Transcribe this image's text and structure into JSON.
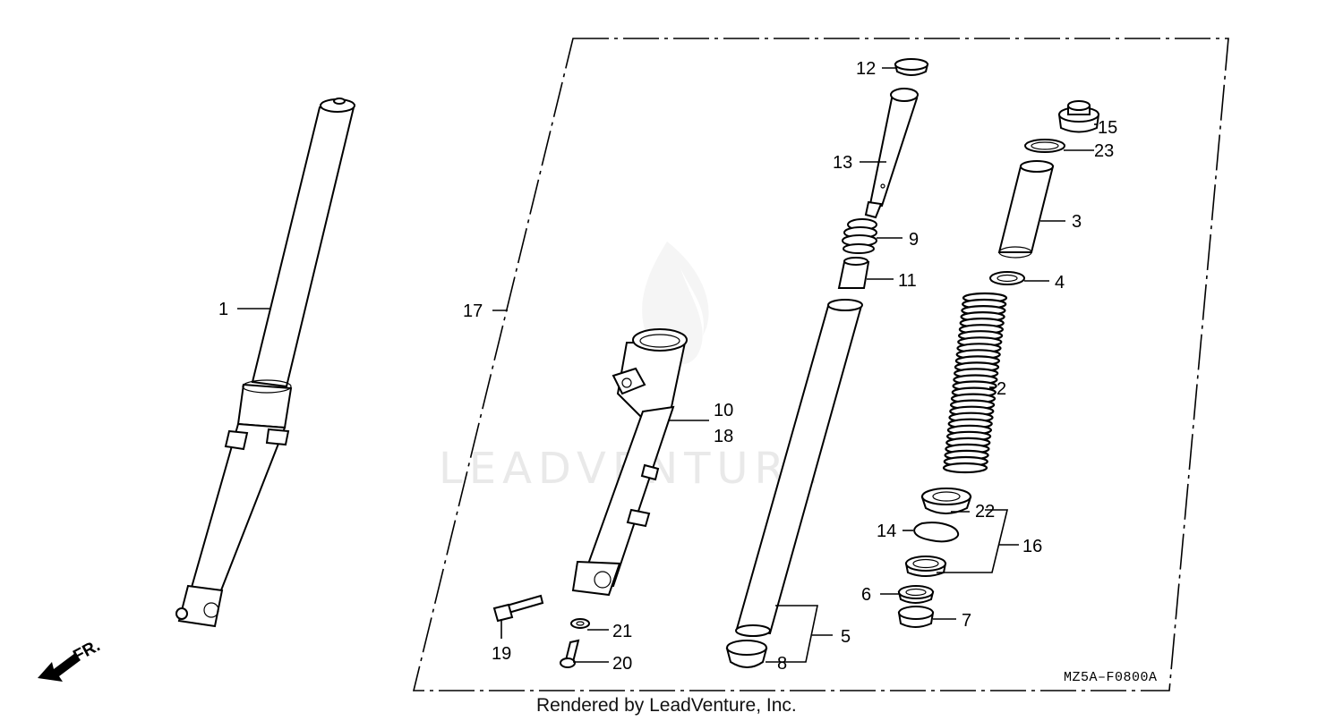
{
  "watermark": "LEADVENTURE",
  "footer": "Rendered by LeadVenture, Inc.",
  "diagram_code": "MZ5A–F0800A",
  "direction_label": "FR.",
  "callouts": {
    "c1": "1",
    "c2": "2",
    "c3": "3",
    "c4": "4",
    "c5": "5",
    "c6": "6",
    "c7": "7",
    "c8": "8",
    "c9": "9",
    "c10": "10",
    "c11": "11",
    "c12": "12",
    "c13": "13",
    "c14": "14",
    "c15": "15",
    "c16": "16",
    "c17": "17",
    "c18": "18",
    "c19": "19",
    "c20": "20",
    "c21": "21",
    "c22": "22",
    "c23": "23"
  }
}
